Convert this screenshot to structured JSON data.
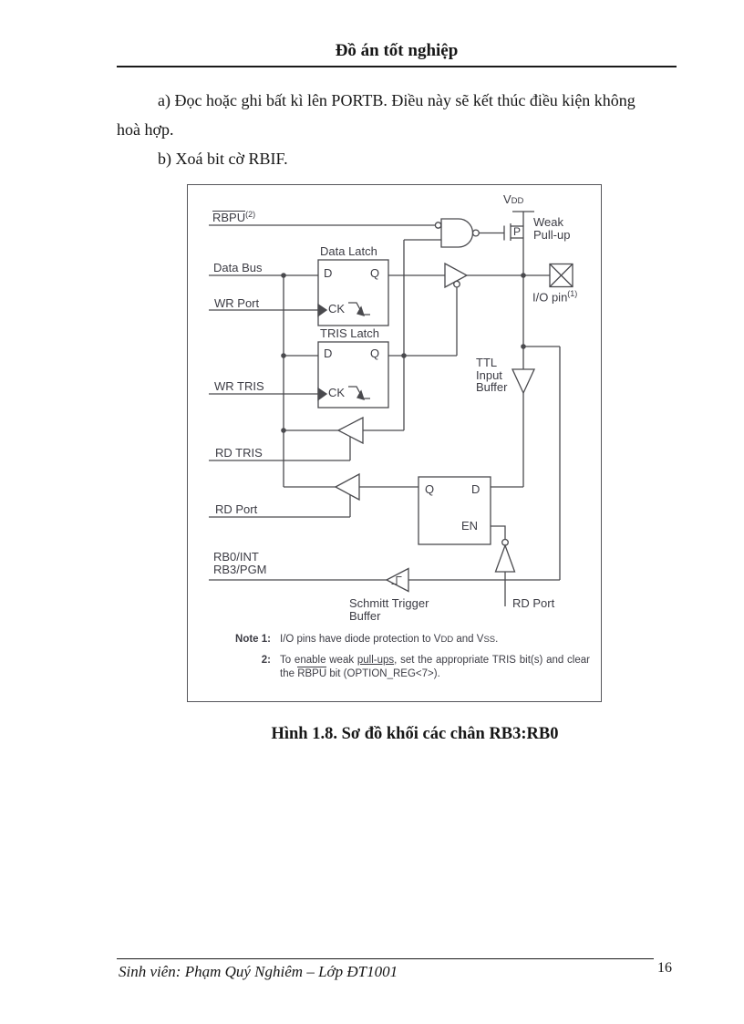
{
  "page": {
    "header_title": "Đồ án tốt nghiệp",
    "para_a": "a) Đọc hoặc ghi bất kì lên PORTB. Điều này sẽ kết thúc điều kiện không hoà hợp.",
    "para_b": "b) Xoá bit cờ RBIF.",
    "caption": "Hình 1.8. Sơ đồ khối các chân RB3:RB0",
    "footer_text": "Sinh viên: Phạm Quý Nghiêm – Lớp ĐT1001",
    "page_number": "16"
  },
  "diagram": {
    "signals": {
      "rbpu": "RBPU",
      "rbpu_sup": "(2)",
      "vdd": "V",
      "vdd_sub": "DD",
      "weak_pullup": "Weak\nPull-up",
      "data_bus": "Data Bus",
      "wr_port": "WR Port",
      "wr_tris": "WR TRIS",
      "rd_tris": "RD TRIS",
      "rd_port": "RD Port",
      "rd_port_bottom": "RD Port",
      "rb_pins": "RB0/INT\nRB3/PGM",
      "io_pin": "I/O pin",
      "io_pin_sup": "(1)"
    },
    "blocks": {
      "data_latch": "Data Latch",
      "tris_latch": "TRIS Latch",
      "ttl_buffer": "TTL\nInput\nBuffer",
      "schmitt_buffer": "Schmitt Trigger\nBuffer",
      "d": "D",
      "q": "Q",
      "ck": "CK",
      "en": "EN",
      "p": "P"
    },
    "notes": {
      "n1_label": "Note 1:",
      "n1_a": "I/O pins have diode protection to V",
      "n1_b": "DD",
      "n1_c": " and V",
      "n1_d": "SS",
      "n1_e": ".",
      "n2_label": "2:",
      "n2_a": "To enable weak ",
      "n2_b": "pull-ups",
      "n2_c": ", set the appropriate TRIS bit(s) and clear the ",
      "n2_d": "RBPU",
      "n2_e": " bit (OPTION_REG<7>)."
    }
  },
  "colors": {
    "ink": "#161616",
    "diagram_ink": "#3c3c44",
    "wire": "#4a4a4e"
  }
}
